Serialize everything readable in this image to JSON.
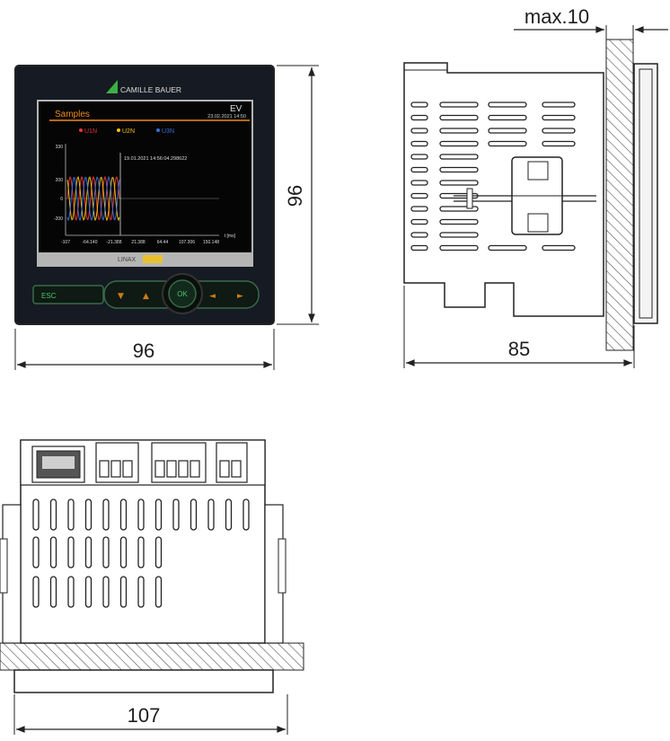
{
  "dimensions": {
    "front_width": "96",
    "front_height": "96",
    "side_depth": "85",
    "panel_allowance": "max.10",
    "bottom_width": "107"
  },
  "device": {
    "brand": "CAMILLE BAUER",
    "product": "LINAX",
    "screen": {
      "title": "Samples",
      "timestamp": "23.02.2021  14:50",
      "legend": [
        "U1N",
        "U2N",
        "U3N"
      ],
      "legend_colors": [
        "#e53935",
        "#f4c20d",
        "#3a6fd8"
      ],
      "marker_text": "19.01.2021 14:56:04.298622",
      "y_ticks": [
        "330",
        "200",
        "0",
        "-200"
      ],
      "x_ticks": [
        "-107",
        "-64.140",
        "-21.388",
        "21.388",
        "64.44",
        "107.306",
        "150.148"
      ],
      "x_unit": "t [ms]"
    },
    "buttons": {
      "esc": "ESC",
      "ok": "OK",
      "down": "▼",
      "up": "▲",
      "left": "◄",
      "right": "►"
    }
  }
}
